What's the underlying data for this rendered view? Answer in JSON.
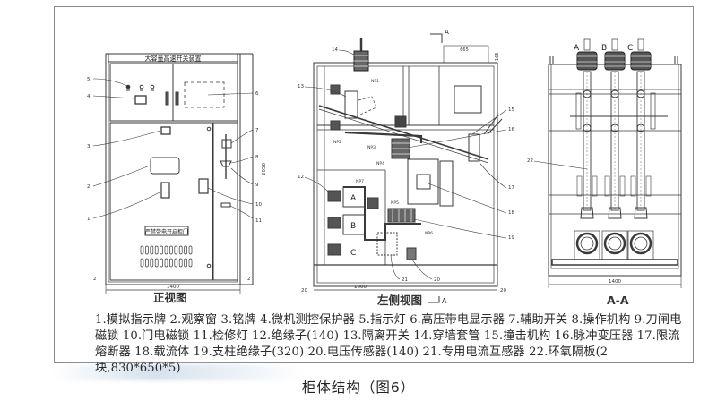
{
  "figure": {
    "caption": "柜体结构（图6）",
    "colors": {
      "line": "#3a3a3a",
      "frame": "#8a8a8a",
      "text": "#2a2a2a",
      "shade": "#c8d7e6"
    }
  },
  "front_view": {
    "title": "正视图",
    "panel_title": "大容量高速开关装置",
    "warning_plate": "严禁带电开启柜门",
    "width_dim": "1400",
    "height_dim": "2050",
    "side_dims": [
      "2",
      "2"
    ],
    "callouts": [
      "5",
      "4",
      "3",
      "2",
      "1",
      "6",
      "7",
      "8",
      "9",
      "10",
      "11"
    ]
  },
  "side_view": {
    "title": "左侧视图",
    "section_mark": "A",
    "phases": [
      "A",
      "B",
      "C"
    ],
    "width_dim": "1800",
    "top_dim": "665",
    "top_height_dim": "165",
    "side_dims": [
      "20",
      "20"
    ],
    "node_labels": [
      "NP1",
      "NP2",
      "NP3",
      "NP4",
      "NP5",
      "NP6",
      "NP7"
    ],
    "callouts": [
      "14",
      "13",
      "12",
      "15",
      "16",
      "17",
      "18",
      "19",
      "20",
      "21"
    ]
  },
  "section_view": {
    "title": "A-A",
    "phases": [
      "A",
      "B",
      "C"
    ],
    "width_dim": "1400",
    "callouts": [
      "22"
    ]
  },
  "legend": {
    "items": [
      "1.模拟指示牌",
      "2.观察窗",
      "3.铭牌",
      "4.微机测控保护器",
      "5.指示灯",
      "6.高压带电显示器",
      "7.辅助开关",
      "8.操作机构",
      "9.刀闸电磁锁",
      "10.门电磁锁",
      "11.检修灯",
      "12.绝缘子(140)",
      "13.隔离开关",
      "14.穿墙套管",
      "15.撞击机构",
      "16.脉冲变压器",
      "17.限流熔断器",
      "18.载流体",
      "19.支柱绝缘子(320)",
      "20.电压传感器(140)",
      "21.专用电流互感器",
      "22.环氧隔板(2块,830*650*5)"
    ]
  }
}
